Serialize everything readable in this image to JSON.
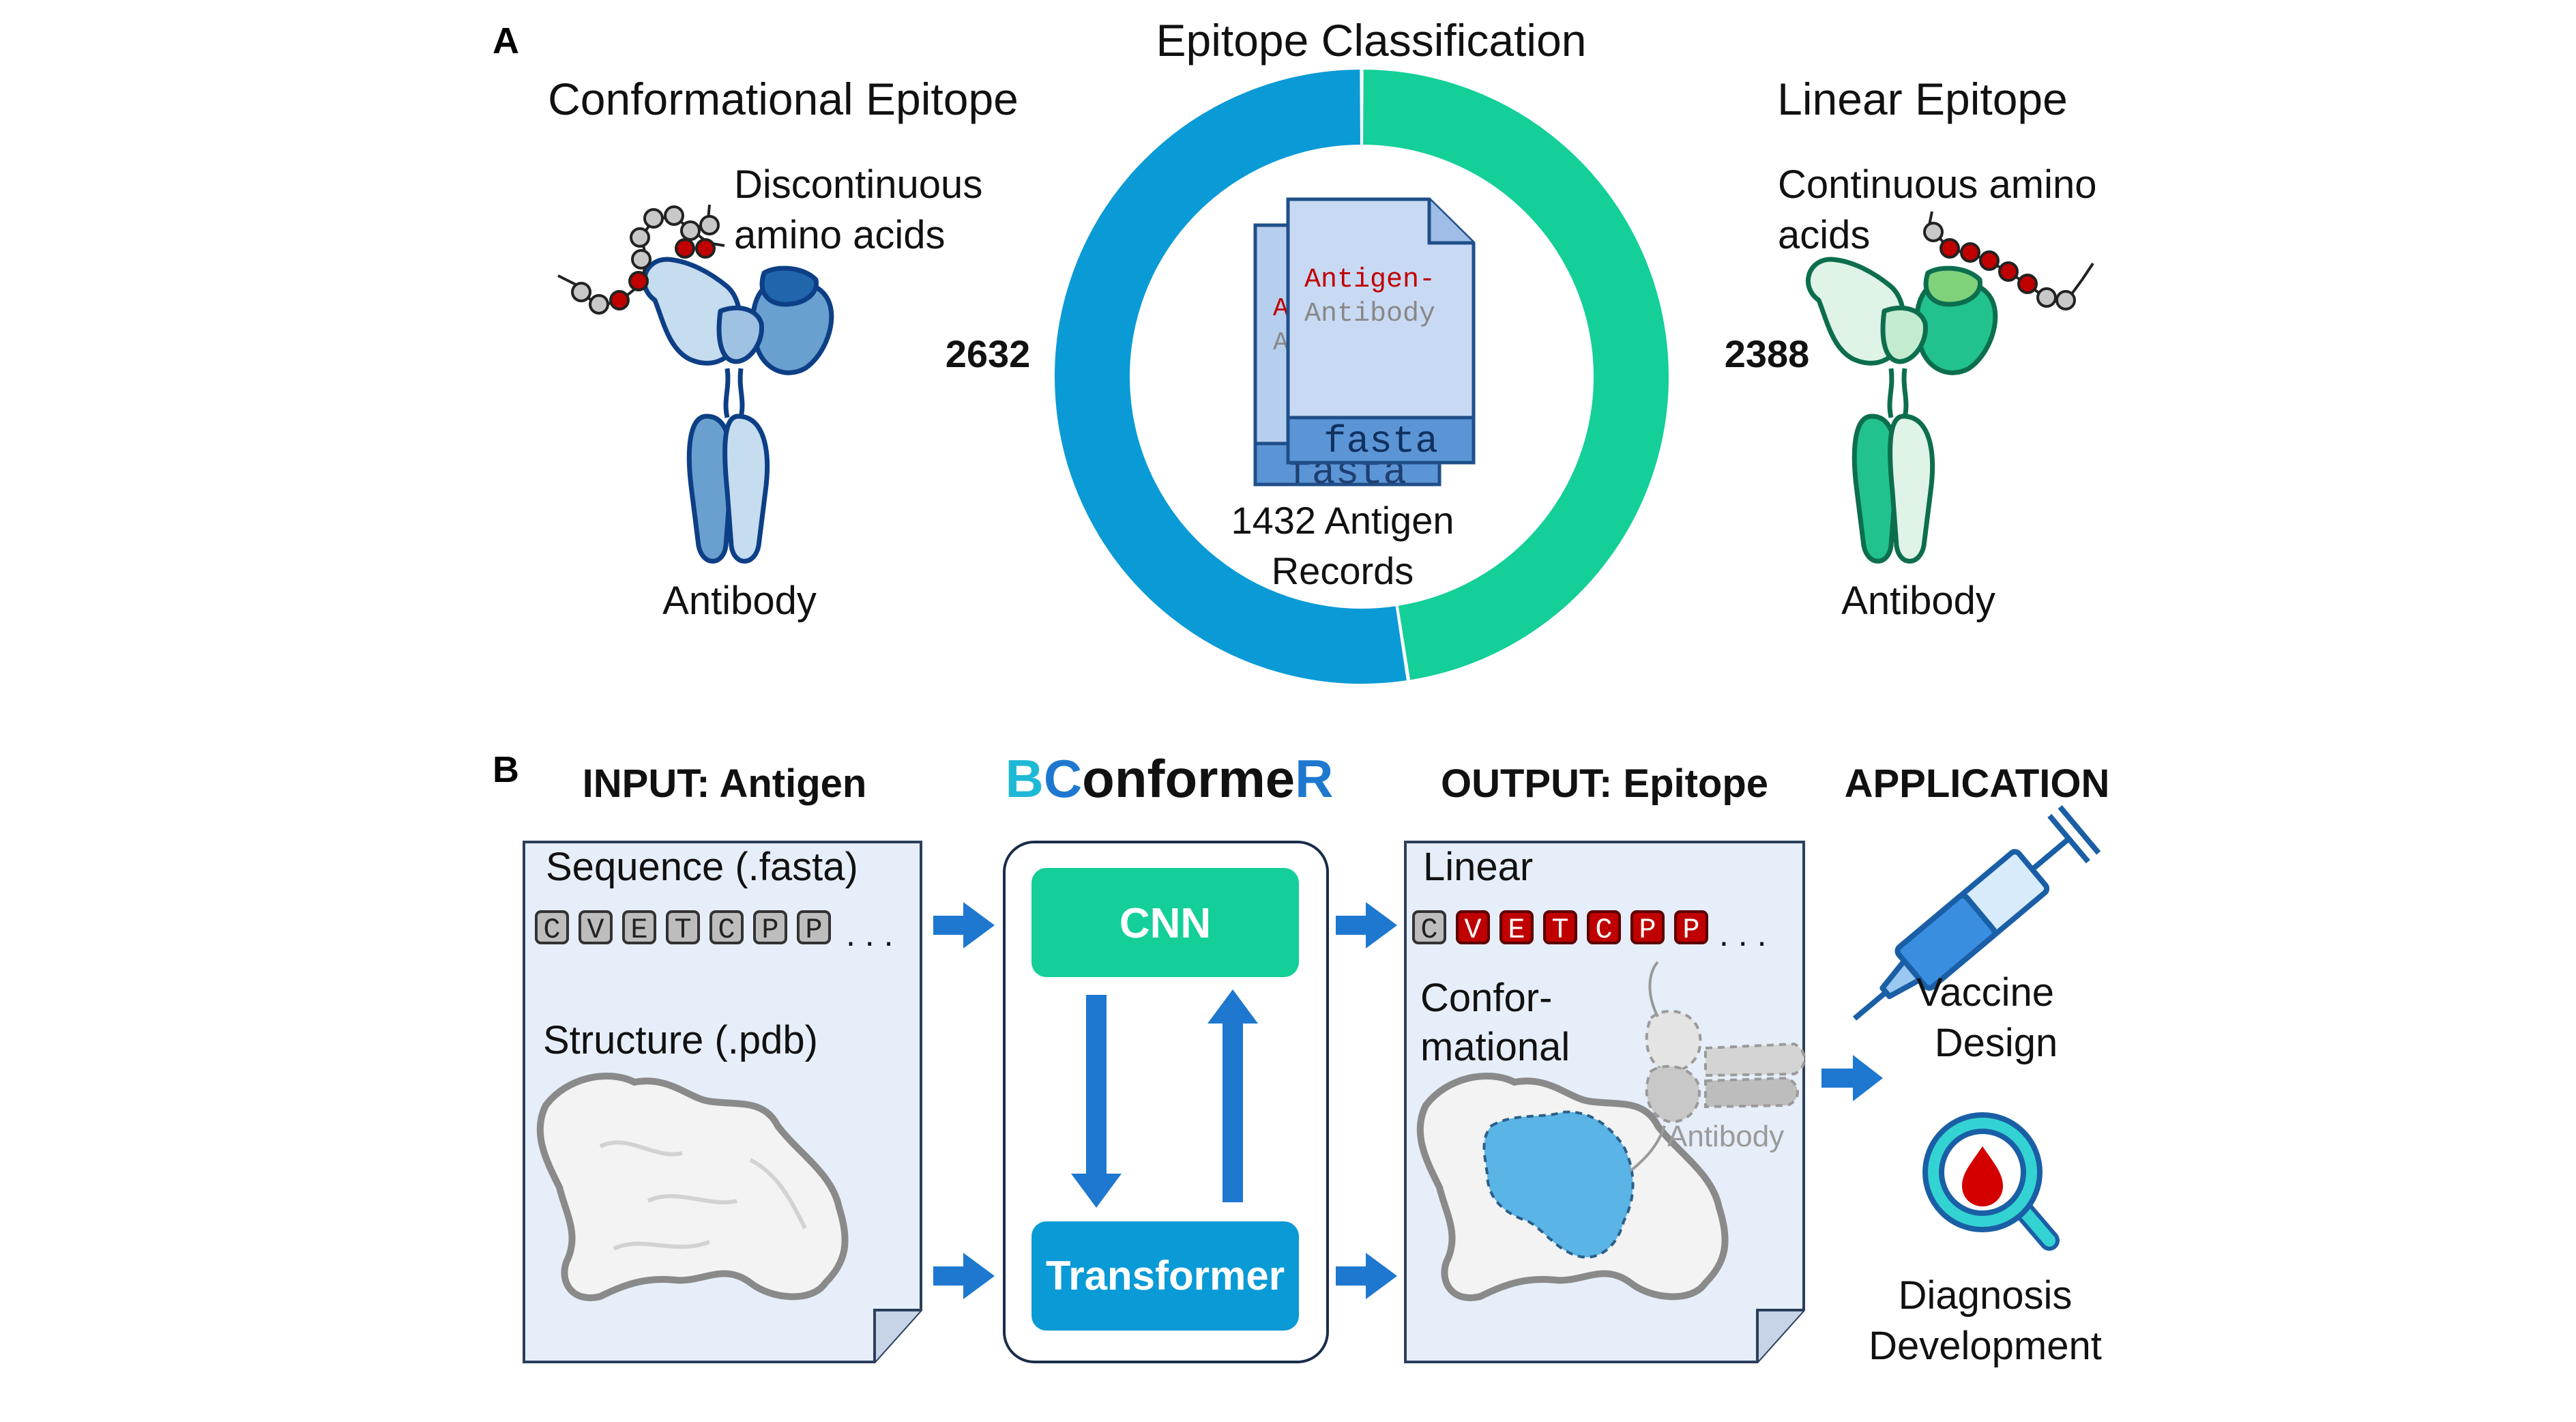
{
  "panel_a": {
    "label": "A",
    "center_title": "Epitope Classification",
    "left_title": "Conformational Epitope",
    "left_note_1": "Discontinuous",
    "left_note_2": "amino acids",
    "left_count": "2632",
    "left_antibody": "Antibody",
    "right_title": "Linear Epitope",
    "right_note_1": "Continuous amino",
    "right_note_2": "acids",
    "right_count": "2388",
    "right_antibody": "Antibody",
    "doc_line_1": "Antigen-",
    "doc_line_2": "Antibody",
    "doc_back_1": "A",
    "doc_back_2": "A",
    "doc_tag": "fasta",
    "doc_tag_back": "fasta",
    "center_caption_1": "1432 Antigen",
    "center_caption_2": "Records",
    "ring_values": [
      2632,
      2388
    ],
    "ring_colors": [
      "#0a9ad6",
      "#14cf98"
    ]
  },
  "panel_b": {
    "label": "B",
    "input_title": "INPUT: Antigen",
    "brand_b": "B",
    "brand_c": "C",
    "brand_mid": "onforme",
    "brand_r": "R",
    "output_title": "OUTPUT: Epitope",
    "application_title": "APPLICATION",
    "sequence_label": "Sequence (.fasta)",
    "structure_label": "Structure (.pdb)",
    "sequence_letters": [
      "C",
      "V",
      "E",
      "T",
      "C",
      "P",
      "P"
    ],
    "ellipsis": ". . .",
    "cnn_label": "CNN",
    "transformer_label": "Transformer",
    "linear_label": "Linear",
    "conf_label_1": "Confor-",
    "conf_label_2": "mational",
    "output_antibody": "Antibody",
    "app_1_line_1": "Vaccine",
    "app_1_line_2": "Design",
    "app_2_line_1": "Diagnosis",
    "app_2_line_2": "Development"
  },
  "colors": {
    "blue": "#0a9ad6",
    "green": "#14cf98",
    "arrow_blue": "#1e78d0",
    "panel_fill": "#e6eef9",
    "red_residue": "#c00000"
  }
}
